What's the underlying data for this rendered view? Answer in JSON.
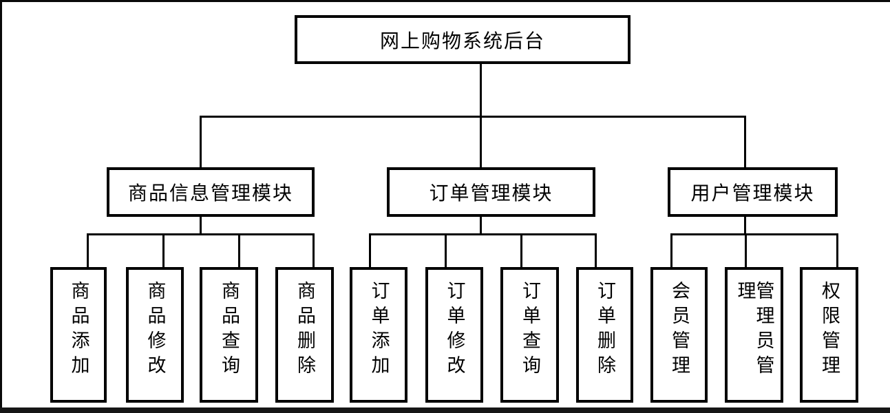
{
  "diagram": {
    "title": "网上购物系统后台",
    "colors": {
      "background": "#ffffff",
      "line": "#000000",
      "box_border": "#000000",
      "box_fill": "#ffffff",
      "text": "#000000"
    },
    "root": {
      "label": "网上购物系统后台"
    },
    "modules": [
      {
        "label": "商品信息管理模块",
        "children": [
          {
            "label": "商品添加"
          },
          {
            "label": "商品修改"
          },
          {
            "label": "商品查询"
          },
          {
            "label": "商品删除"
          }
        ]
      },
      {
        "label": "订单管理模块",
        "children": [
          {
            "label": "订单添加"
          },
          {
            "label": "订单修改"
          },
          {
            "label": "订单查询"
          },
          {
            "label": "订单删除"
          }
        ]
      },
      {
        "label": "用户管理模块",
        "children": [
          {
            "label": "会员管理"
          },
          {
            "label": "管理员管理"
          },
          {
            "label": "权限管理"
          }
        ]
      }
    ]
  }
}
